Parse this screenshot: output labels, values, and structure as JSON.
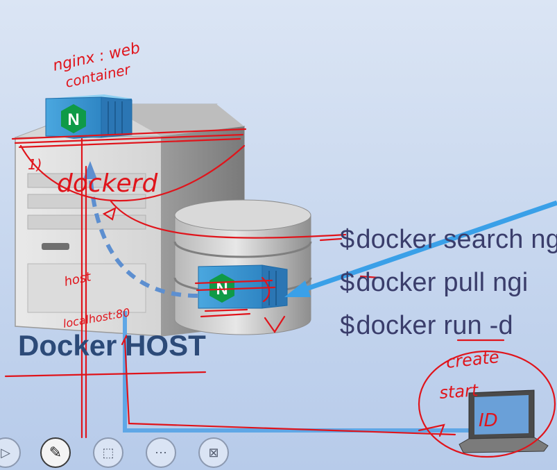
{
  "slide": {
    "host_label": "Docker HOST",
    "logo_letter": "N",
    "commands": [
      {
        "prefix": "$",
        "text": "docker  search ng"
      },
      {
        "prefix": "$",
        "text": "docker  pull  ngi"
      },
      {
        "prefix": "$",
        "text": "docker  run  -d"
      }
    ]
  },
  "annotations": {
    "top_note_line1": "nginx : web",
    "top_note_line2": "container",
    "daemon_note": "dockerd",
    "step_number": "1)",
    "side_note_line1": "host",
    "side_note_line2": "localhost:80",
    "laptop_note_line1": "create",
    "laptop_note_line2": "start",
    "laptop_note_line3": "ID"
  },
  "toolbar": {
    "items": [
      {
        "name": "play-icon",
        "glyph": "▷"
      },
      {
        "name": "pen-icon",
        "glyph": "✎"
      },
      {
        "name": "pointer-icon",
        "glyph": "⬚"
      },
      {
        "name": "more-icon",
        "glyph": "⋯"
      },
      {
        "name": "end-show-icon",
        "glyph": "⊠"
      }
    ]
  },
  "colors": {
    "ink_red": "#e0141b",
    "arrow_blue": "#3aa0e8",
    "dash_blue": "#5d8fd0",
    "nginx_green": "#0f9a47",
    "text_dark": "#3a3d6b",
    "host_label": "#2c4a78"
  }
}
